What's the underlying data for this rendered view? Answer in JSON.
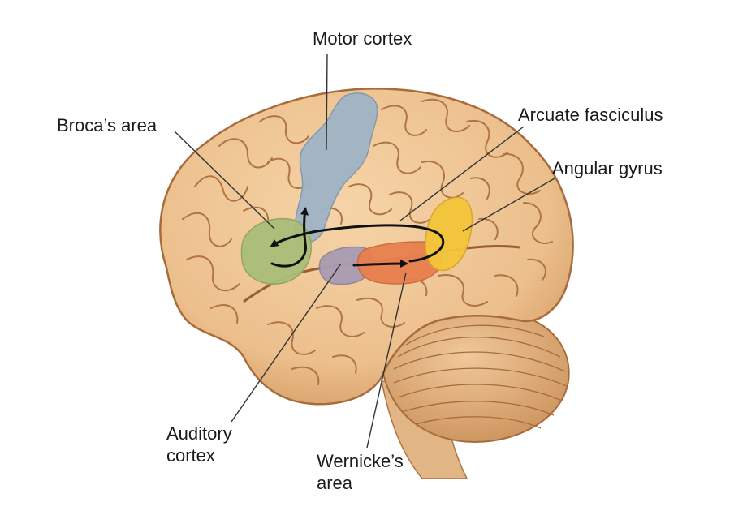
{
  "labels": {
    "motor_cortex": "Motor cortex",
    "brocas_area": "Broca’s area",
    "arcuate_fasciculus": "Arcuate fasciculus",
    "angular_gyrus": "Angular gyrus",
    "auditory_cortex_line1": "Auditory",
    "auditory_cortex_line2": "cortex",
    "wernickes_area_line1": "Wernicke’s",
    "wernickes_area_line2": "area"
  },
  "colors": {
    "brain_base": "#efc594",
    "brain_shadow": "#c8905a",
    "gyrus_line": "#b07444",
    "motor_cortex": "#9fb4c6",
    "brocas_area": "#a9be78",
    "auditory_cortex": "#a99cb2",
    "wernickes_area": "#e8804e",
    "angular_gyrus": "#f4c53a",
    "arrow": "#111111",
    "leader_line": "#333333"
  }
}
